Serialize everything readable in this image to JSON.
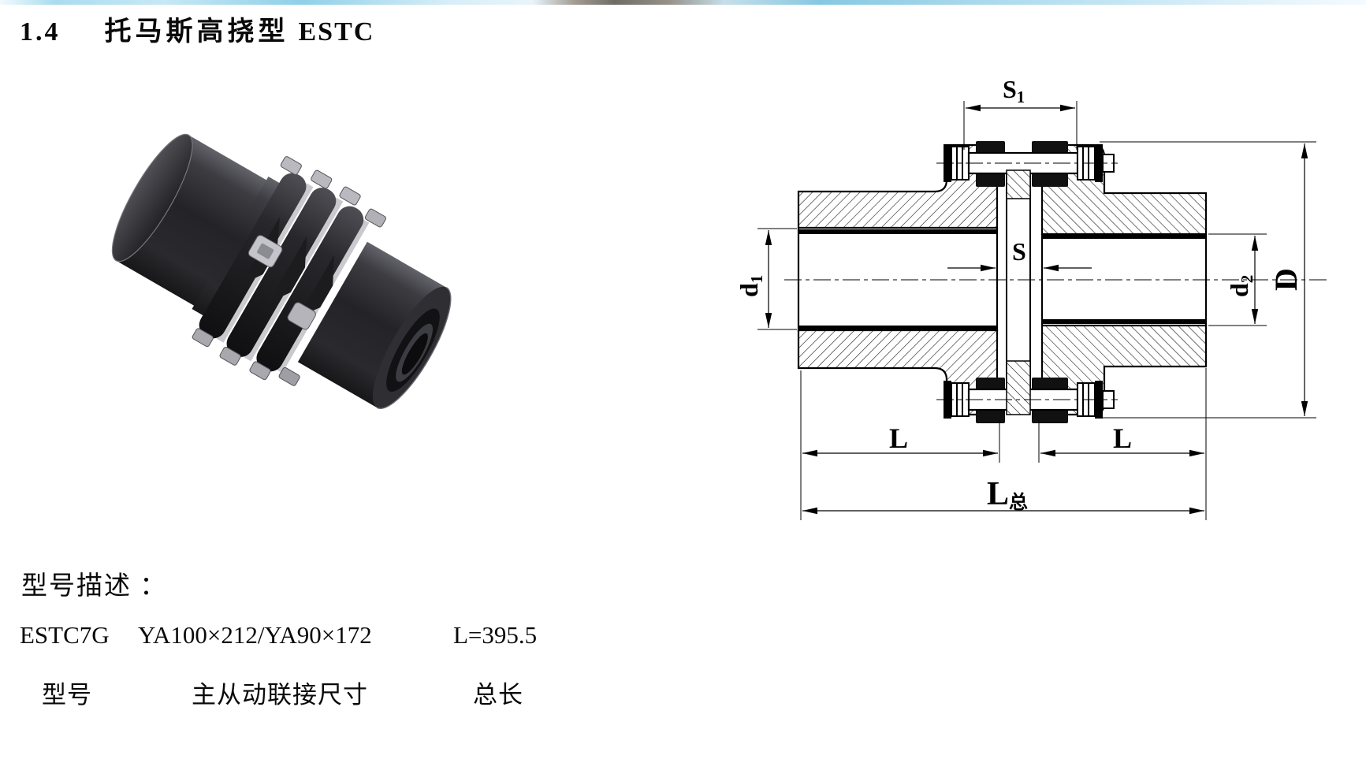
{
  "page": {
    "accent_bar_colors": [
      "#8fd0e8",
      "#6f6c66",
      "#c4e6f4"
    ],
    "title": {
      "number": "1.4",
      "name": "托马斯高挠型",
      "code": "ESTC"
    }
  },
  "drawing": {
    "dims": {
      "s1_main": "S",
      "s1_sub": "1",
      "s": "S",
      "d1_main": "d",
      "d1_sub": "1",
      "d2_main": "d",
      "d2_sub": "2",
      "D": "D",
      "l_left": "L",
      "l_right": "L",
      "l_total_main": "L",
      "l_total_sub": "总"
    }
  },
  "description": {
    "heading": "型号描述 ：",
    "model": "ESTC7G",
    "connection": "YA100×212/YA90×172",
    "total_length": "L=395.5",
    "labels": {
      "model": "型号",
      "connection": "主从动联接尺寸",
      "total_length": "总长"
    }
  }
}
